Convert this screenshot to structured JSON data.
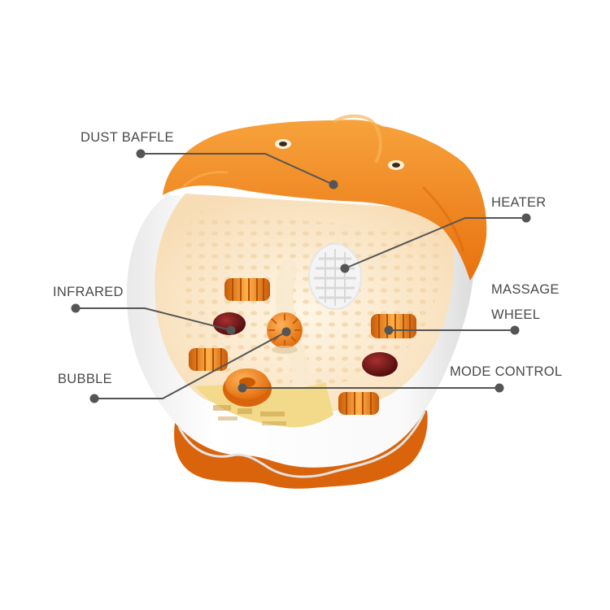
{
  "labels": {
    "dust_baffle": "DUST BAFFLE",
    "heater": "HEATER",
    "infrared": "INFRARED",
    "massage_wheel_line1": "MASSAGE",
    "massage_wheel_line2": "WHEEL",
    "bubble": "BUBBLE",
    "mode_control": "MODE CONTROL"
  },
  "colors": {
    "orange": "#f08a1c",
    "orange_dark": "#d9640c",
    "cream": "#fdf0da",
    "white_shell": "#f7f7f7",
    "leader": "#555555",
    "dark_red": "#6e1414",
    "panel": "#f3d98a"
  }
}
